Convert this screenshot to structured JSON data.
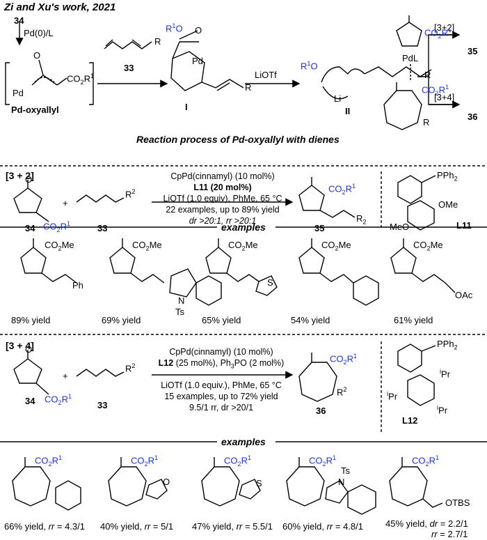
{
  "header": {
    "title": "Zi and Xu's work, 2021",
    "caption": "Reaction process of Pd-oxyallyl with dienes"
  },
  "top": {
    "start_compound": "34",
    "catalyst": "Pd(0)/L",
    "pd_oxyallyl": "Pd-oxyallyl",
    "o_minus": "O",
    "pd_plus": "Pd",
    "co2r1": "CO2R1",
    "diene_label": "33",
    "diene_r": "R",
    "intermediate_I": "I",
    "intermediate_II": "II",
    "r1o": "R1O",
    "pd_ring": "Pd",
    "liotf": "LiOTf",
    "li": "Li",
    "pdl": "PdL",
    "r_I": "R",
    "r_II": "R",
    "branch_32": "[3+2]",
    "branch_34": "[3+4]",
    "product_35": "35",
    "product_36": "36",
    "r_36": "R"
  },
  "section_32": {
    "tag": "[3 + 2]",
    "reagent_34": "34",
    "reagent_33": "33",
    "plus": "+",
    "r2": "R2",
    "co2r1": "CO2R1",
    "cond1": "CpPd(cinnamyl) (10 mol%)",
    "cond2": "L11 (20 mol%)",
    "cond3": "LiOTf (1.0 equiv), PhMe, 65 °C",
    "cond4": "22 examples, up to 89% yield",
    "cond5": "dr >20:1, rr >20:1",
    "product": "35",
    "product_r": "R2",
    "ligand": "L11",
    "pph2": "PPh2",
    "ome": "OMe",
    "meo": "MeO"
  },
  "examples_label": "examples",
  "examples_32": [
    {
      "yield": "89% yield",
      "sub": "Ph",
      "ester": "CO2Me"
    },
    {
      "yield": "69% yield",
      "sub": "Ts",
      "ester": "CO2Me",
      "n": "N"
    },
    {
      "yield": "65% yield",
      "sub": "S",
      "ester": "CO2Me"
    },
    {
      "yield": "54% yield",
      "sub": "",
      "ester": "CO2Me"
    },
    {
      "yield": "61% yield",
      "sub": "OAc",
      "ester": "CO2Me"
    }
  ],
  "section_34": {
    "tag": "[3 + 4]",
    "reagent_34": "34",
    "reagent_33": "33",
    "plus": "+",
    "r2": "R2",
    "co2r1": "CO2R1",
    "cond1": "CpPd(cinnamyl) (10 mol%)",
    "cond2": "L12 (25 mol%), Ph3PO (2 mol%)",
    "cond3": "LiOTf (1.0 equiv.), PhMe, 65 °C",
    "cond4": "15 examples, up to 72% yield",
    "cond5": "9.5/1 rr, dr >20/1",
    "product": "36",
    "product_r": "R2",
    "ligand": "L12",
    "pph2": "PPh2",
    "ipr": "iPr"
  },
  "examples_34": [
    {
      "yield": "66% yield, rr = 4.3/1",
      "ester": "CO2R1"
    },
    {
      "yield": "40% yield, rr = 5/1",
      "ester": "CO2R1",
      "het": "O"
    },
    {
      "yield": "47% yield, rr = 5.5/1",
      "ester": "CO2R1",
      "het": "S"
    },
    {
      "yield": "60% yield, rr = 4.8/1",
      "ester": "CO2R1",
      "het": "N",
      "ts": "Ts"
    },
    {
      "yield": "45% yield, dr = 2.2/1",
      "yield2": "rr = 2.7/1",
      "ester": "CO2R1",
      "otbs": "OTBS"
    }
  ]
}
